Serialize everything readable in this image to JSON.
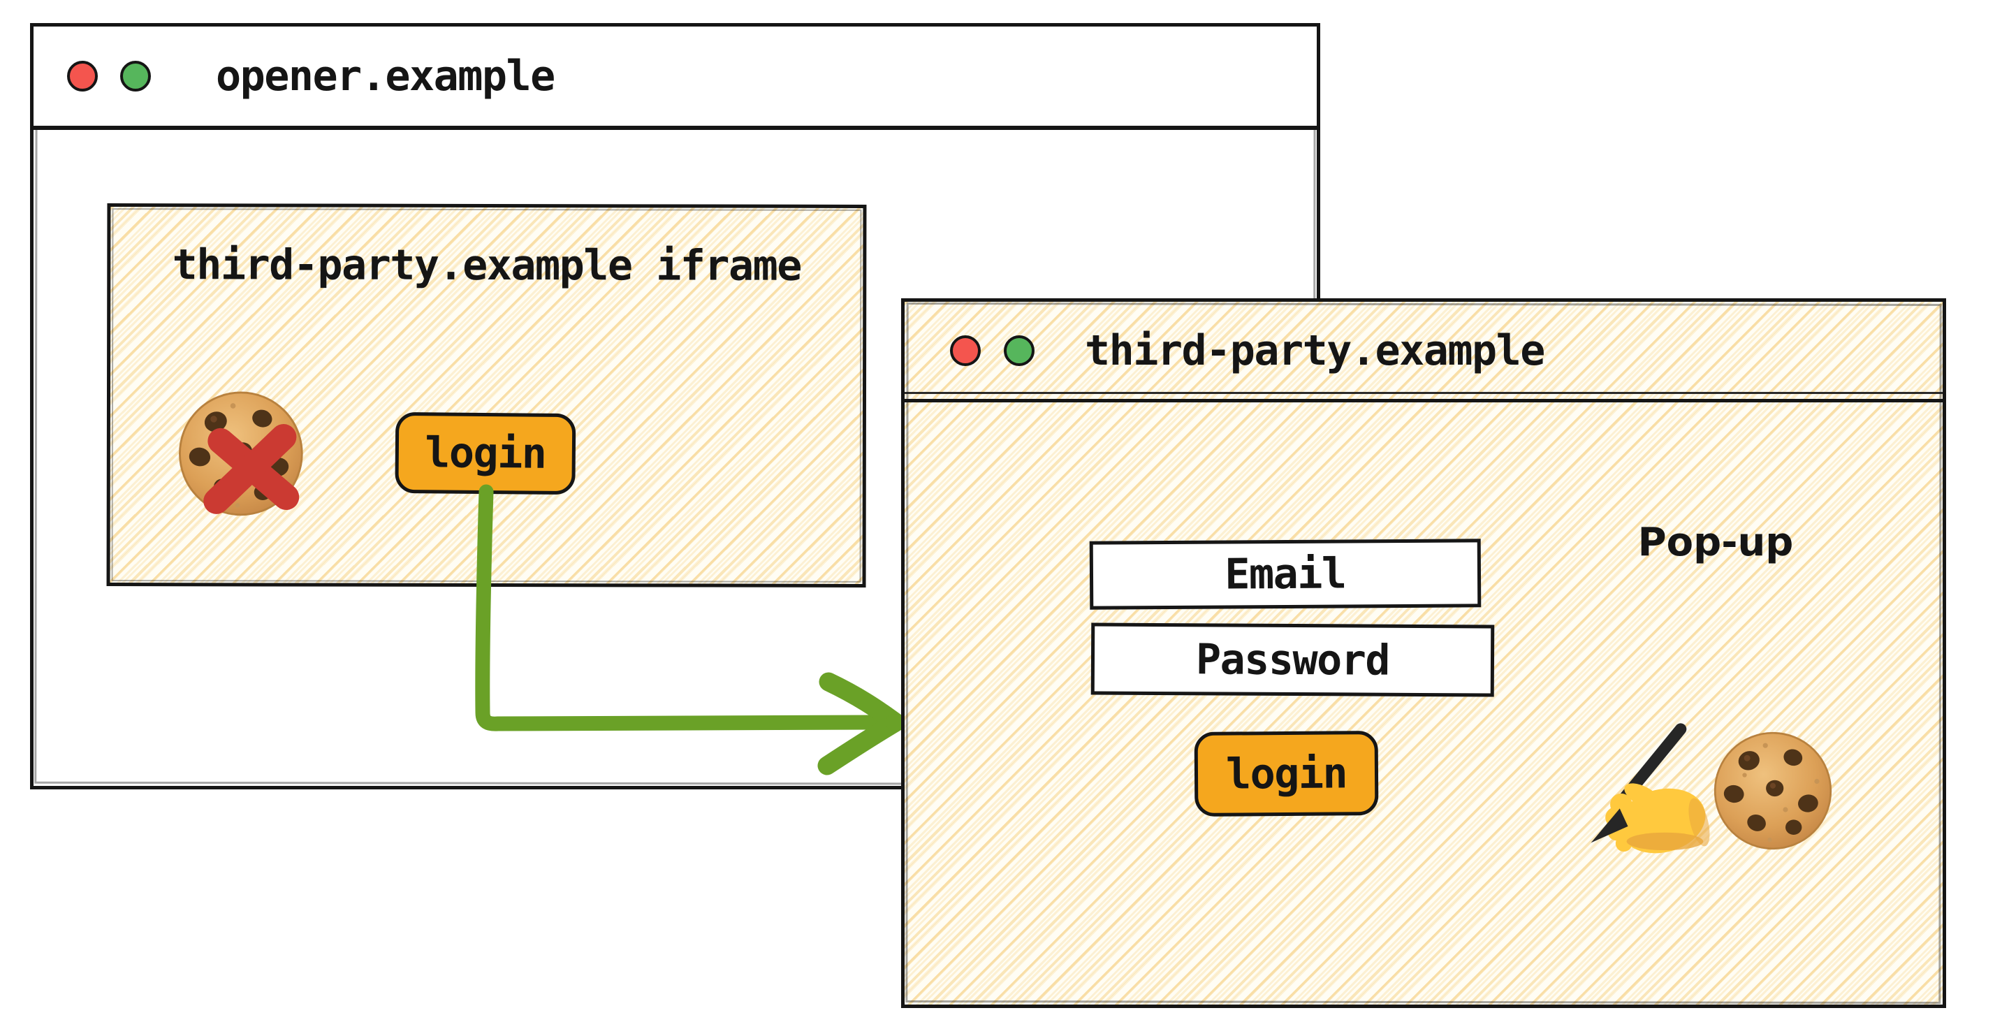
{
  "colors": {
    "ink": "#151515",
    "window_background": "#FFFFFF",
    "hatch_background": "#FFFDF4",
    "hatch_line": "#F6D291",
    "button_orange": "#F5A71E",
    "arrow_green": "#6AA127",
    "cross_red": "#CB3A32",
    "traffic_red": "#F4554E",
    "traffic_green": "#56B65C",
    "field_background": "#FFFFFF"
  },
  "opener_window": {
    "title": "opener.example",
    "window_controls": [
      "close",
      "zoom"
    ],
    "iframe": {
      "label": "third-party.example iframe",
      "login_button": "login",
      "icons": [
        "cookie-icon",
        "blocked-cross-icon"
      ]
    }
  },
  "popup_window": {
    "title": "third-party.example",
    "caption": "Pop-up",
    "window_controls": [
      "close",
      "zoom"
    ],
    "form": {
      "email_label": "Email",
      "password_label": "Password",
      "login_button": "login"
    },
    "icons": [
      "writing-hand-icon",
      "cookie-icon"
    ]
  },
  "connector_arrow": {
    "from": "iframe login button",
    "to": "popup window",
    "color": "#6AA127"
  }
}
